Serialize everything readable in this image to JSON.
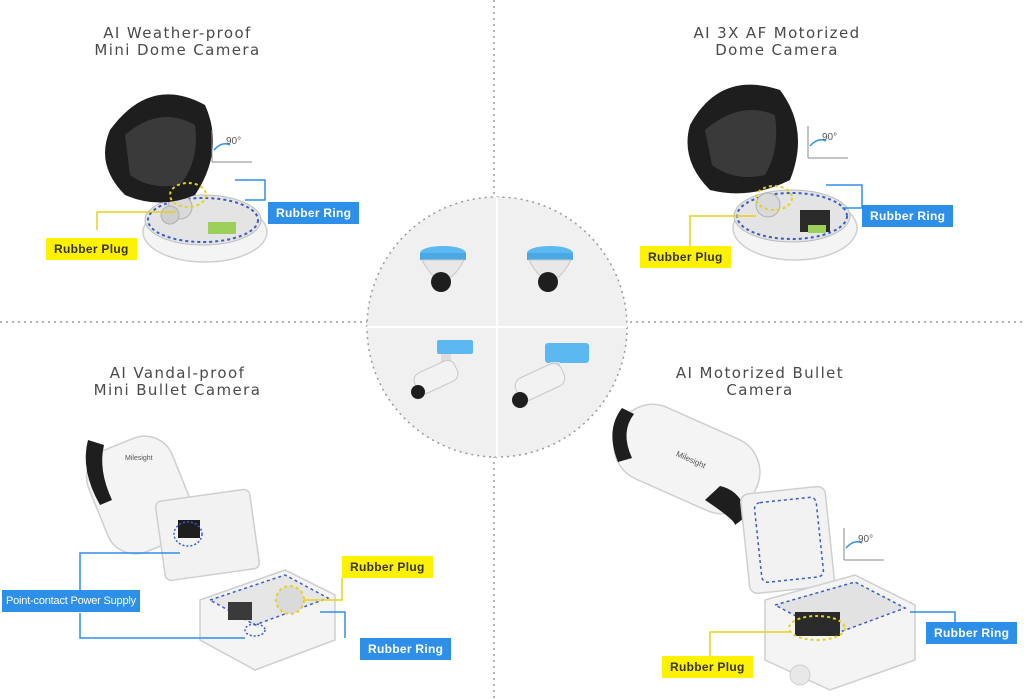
{
  "titles": {
    "top_left": [
      "AI Weather-proof",
      "Mini Dome Camera"
    ],
    "top_right": [
      "AI 3X AF Motorized",
      "Dome Camera"
    ],
    "bottom_left": [
      "AI Vandal-proof",
      "Mini Bullet Camera"
    ],
    "bottom_right": [
      "AI Motorized Bullet",
      "Camera"
    ]
  },
  "labels": {
    "rubber_plug": "Rubber Plug",
    "rubber_ring": "Rubber Ring",
    "point_contact_power_supply": "Point-contact Power Supply",
    "angle": "90°",
    "brand": "Milesight"
  },
  "colors": {
    "yellow_tag": "#fff200",
    "blue_tag": "#2e8fe8",
    "divider": "#9a9a9a",
    "center_circle": "#f0f0f0",
    "camera_dark": "#1e1e1e",
    "camera_white": "#f4f4f4",
    "accent_blue": "#5bb8f0"
  }
}
